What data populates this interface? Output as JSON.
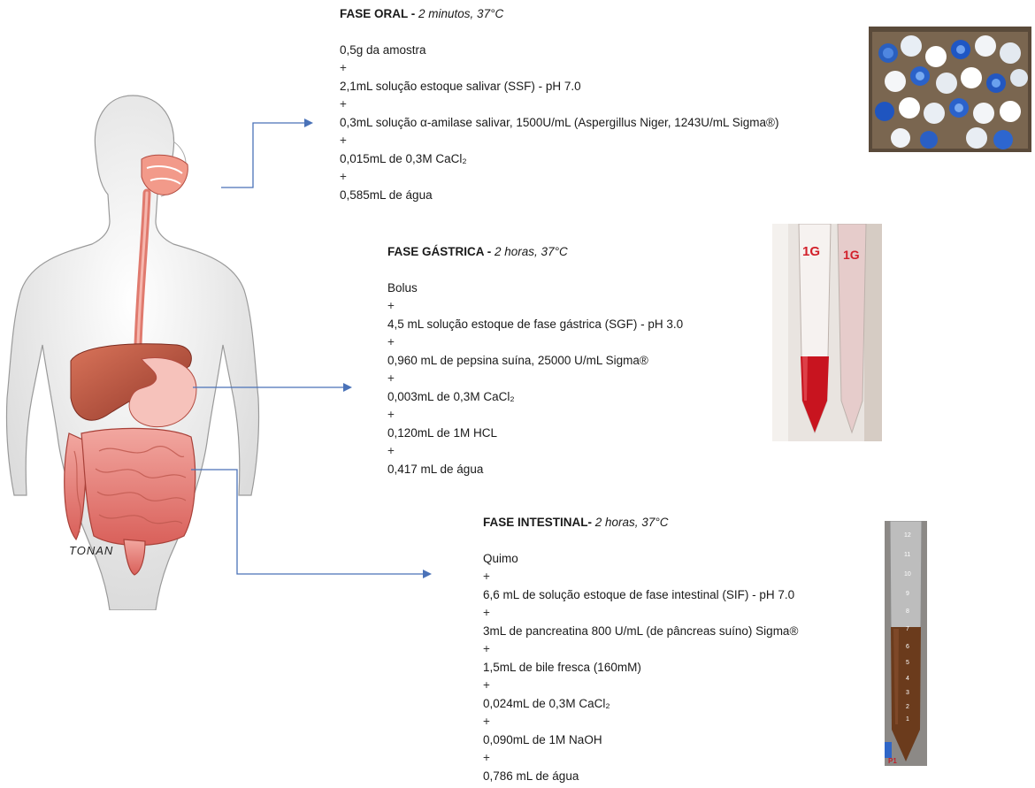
{
  "body_illustration": {
    "signature": "TONAN"
  },
  "phases": [
    {
      "id": "oral",
      "title": "FASE ORAL -",
      "subtitle": "2 minutos, 37°C",
      "items": [
        "0,5g da amostra",
        "2,1mL solução estoque salivar (SSF)  - pH 7.0",
        "0,3mL solução α-amilase salivar, 1500U/mL (Aspergillus Niger, 1243U/mL Sigma®)",
        "0,015mL de 0,3M CaCl₂",
        "0,585mL de água"
      ],
      "plus": "+"
    },
    {
      "id": "gastric",
      "title": "FASE GÁSTRICA -",
      "subtitle": "2 horas, 37°C",
      "items": [
        "Bolus",
        "4,5 mL solução estoque de fase gástrica (SGF) - pH 3.0",
        "0,960 mL de pepsina suína, 25000 U/mL Sigma®",
        "0,003mL de 0,3M CaCl₂",
        "0,120mL de 1M HCL",
        "0,417 mL de água"
      ],
      "plus": "+"
    },
    {
      "id": "intestinal",
      "title": "FASE INTESTINAL-",
      "subtitle": "2 horas, 37°C",
      "items": [
        "Quimo",
        "6,6  mL de solução estoque de fase intestinal (SIF) - pH 7.0",
        "3mL de pancreatina 800 U/mL (de pâncreas suíno) Sigma®",
        "1,5mL de bile fresca (160mM)",
        "0,024mL de 0,3M CaCl₂",
        "0,090mL de 1M NaOH",
        "0,786 mL de água"
      ],
      "plus": "+"
    }
  ],
  "photos": {
    "gastric_tube_labels": [
      "1G",
      "1G"
    ],
    "intestinal_tube_scale": [
      "12",
      "11",
      "10",
      "9",
      "8",
      "7",
      "6",
      "5",
      "4",
      "3",
      "2",
      "1"
    ],
    "intestinal_tube_label": "P1"
  },
  "colors": {
    "arrow": "#4a72b8",
    "organ": "#e07a6e",
    "liver": "#b8533c",
    "skin": "#f2f2f2"
  }
}
